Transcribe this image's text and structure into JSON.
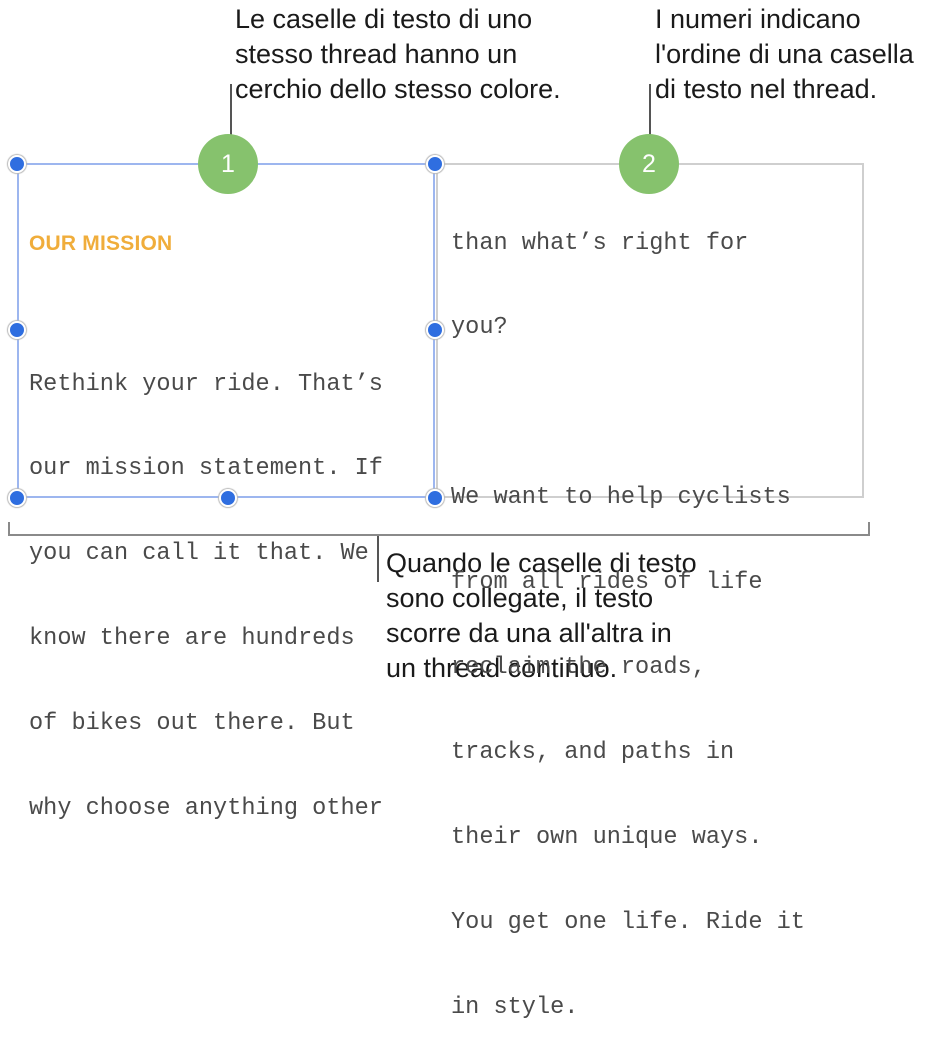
{
  "callouts": {
    "thread_color": [
      "Le caselle di testo di uno",
      "stesso thread hanno un",
      "cerchio dello stesso colore."
    ],
    "order_numbers": [
      "I numeri indicano",
      "l'ordine di una casella",
      "di testo nel thread."
    ],
    "linked_flow": [
      "Quando le caselle di testo",
      "sono collegate, il testo",
      "scorre da una all'altra in",
      "un thread continuo."
    ]
  },
  "box1": {
    "badge": "1",
    "heading": "OUR MISSION",
    "lines": [
      "Rethink your ride. That’s",
      "our mission statement. If",
      "you can call it that. We",
      "know there are hundreds",
      "of bikes out there. But",
      "why choose anything other"
    ]
  },
  "box2": {
    "badge": "2",
    "lines": [
      "than what’s right for",
      "you?",
      "",
      "We want to help cyclists",
      "from all rides of life",
      "reclaim the roads,",
      "tracks, and paths in",
      "their own unique ways.",
      "You get one life. Ride it",
      "in style."
    ]
  },
  "colors": {
    "badge": "#86c26d",
    "heading": "#f0ad3b",
    "selection_border": "#9db6ef",
    "handle": "#2f6ee0"
  }
}
